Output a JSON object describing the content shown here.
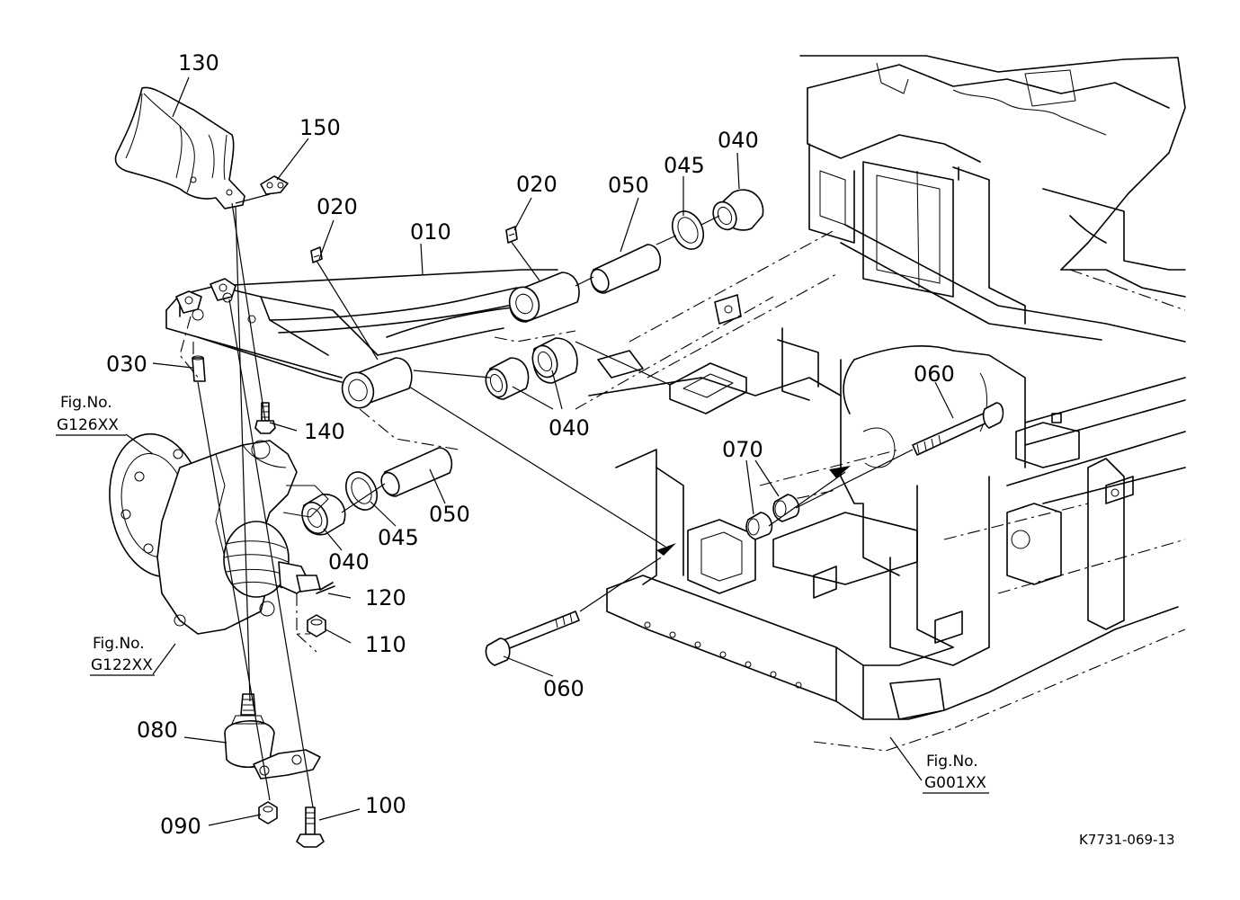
{
  "parts": [
    {
      "id": "p130",
      "number": "130"
    },
    {
      "id": "p150",
      "number": "150"
    },
    {
      "id": "p020a",
      "number": "020"
    },
    {
      "id": "p020b",
      "number": "020"
    },
    {
      "id": "p010",
      "number": "010"
    },
    {
      "id": "p050a",
      "number": "050"
    },
    {
      "id": "p045a",
      "number": "045"
    },
    {
      "id": "p040a",
      "number": "040"
    },
    {
      "id": "p030",
      "number": "030"
    },
    {
      "id": "p140",
      "number": "140"
    },
    {
      "id": "p040b",
      "number": "040"
    },
    {
      "id": "p060a",
      "number": "060"
    },
    {
      "id": "p070",
      "number": "070"
    },
    {
      "id": "p050b",
      "number": "050"
    },
    {
      "id": "p045b",
      "number": "045"
    },
    {
      "id": "p040c",
      "number": "040"
    },
    {
      "id": "p120",
      "number": "120"
    },
    {
      "id": "p110",
      "number": "110"
    },
    {
      "id": "p060b",
      "number": "060"
    },
    {
      "id": "p080",
      "number": "080"
    },
    {
      "id": "p090",
      "number": "090"
    },
    {
      "id": "p100",
      "number": "100"
    }
  ],
  "references": [
    {
      "id": "g126",
      "prefix": "Fig.No.",
      "code": "G126XX"
    },
    {
      "id": "g122",
      "prefix": "Fig.No.",
      "code": "G122XX"
    },
    {
      "id": "g001",
      "prefix": "Fig.No.",
      "code": "G001XX"
    }
  ],
  "drawing_code": "K7731-069-13"
}
